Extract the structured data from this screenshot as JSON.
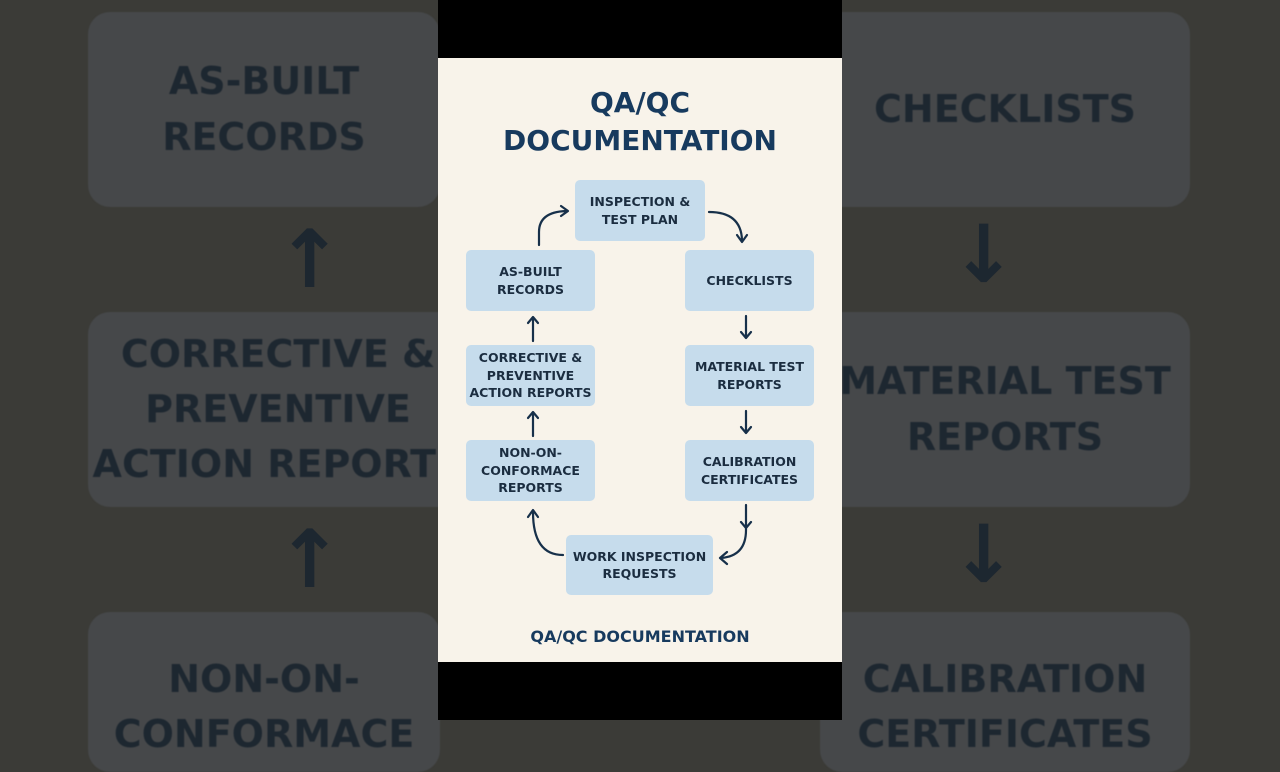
{
  "title_line1": "QA/QC",
  "title_line2": "DOCUMENTATION",
  "footer": "QA/QC DOCUMENTATION",
  "nodes": {
    "itp": "INSPECTION &\nTEST PLAN",
    "checklists": "CHECKLISTS",
    "mtr": "MATERIAL TEST\nREPORTS",
    "cal": "CALIBRATION\nCERTIFICATES",
    "wir": "WORK INSPECTION\nREQUESTS",
    "ncr": "NON-ON-\nCONFORMACE\nREPORTS",
    "capa": "CORRECTIVE &\nPREVENTIVE\nACTION REPORTS",
    "asbuilt": "AS-BUILT\nRECORDS"
  },
  "background": {
    "asbuilt": "AS-BUILT\nRECORDS",
    "capa": "CORRECTIVE &\nPREVENTIVE\nACTION REPORTS",
    "ncr": "NON-ON-\nCONFORMACE",
    "checklists": "CHECKLISTS",
    "mtr": "MATERIAL TEST\nREPORTS",
    "cal": "CALIBRATION\nCERTIFICATES",
    "up_arrow": "↑",
    "down_arrow": "↓"
  },
  "colors": {
    "box": "#c6dcec",
    "title": "#173a5e",
    "panel": "#f8f3ea"
  }
}
